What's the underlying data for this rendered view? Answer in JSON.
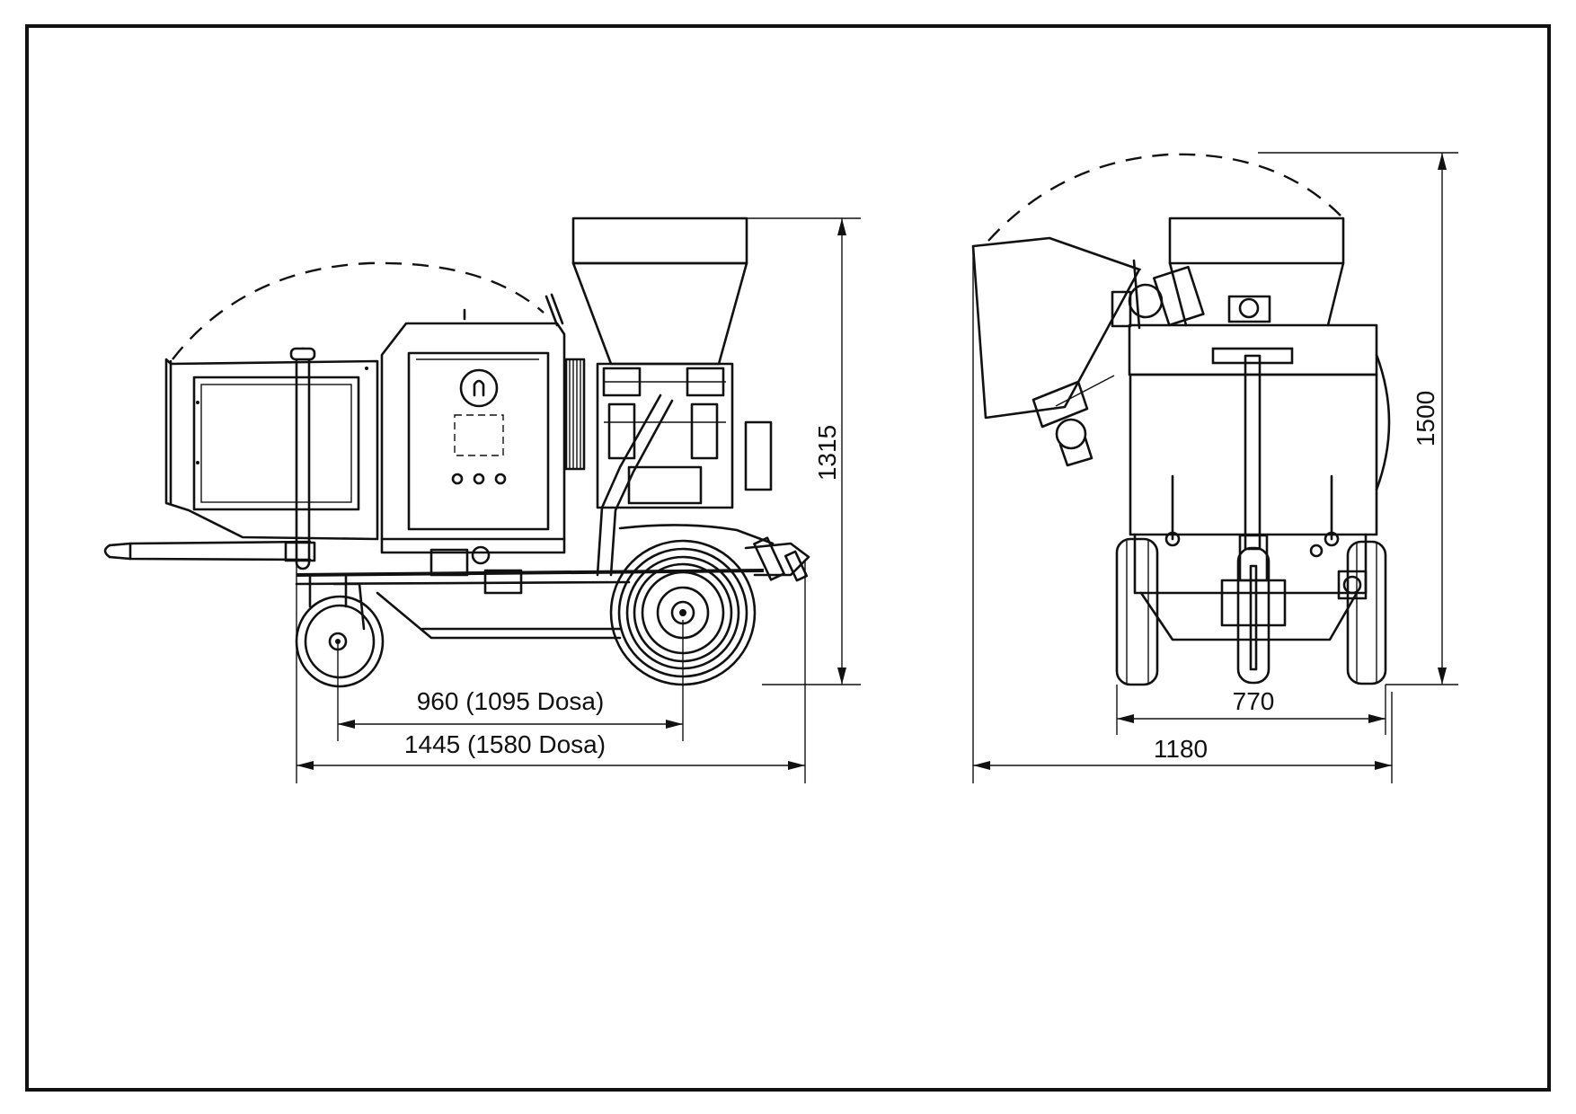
{
  "side_view": {
    "dim_wheelbase": "960 (1095 Dosa)",
    "dim_overall_length": "1445 (1580 Dosa)",
    "dim_height": "1315"
  },
  "rear_view": {
    "dim_track": "770",
    "dim_overall_width": "1180",
    "dim_height": "1500"
  }
}
